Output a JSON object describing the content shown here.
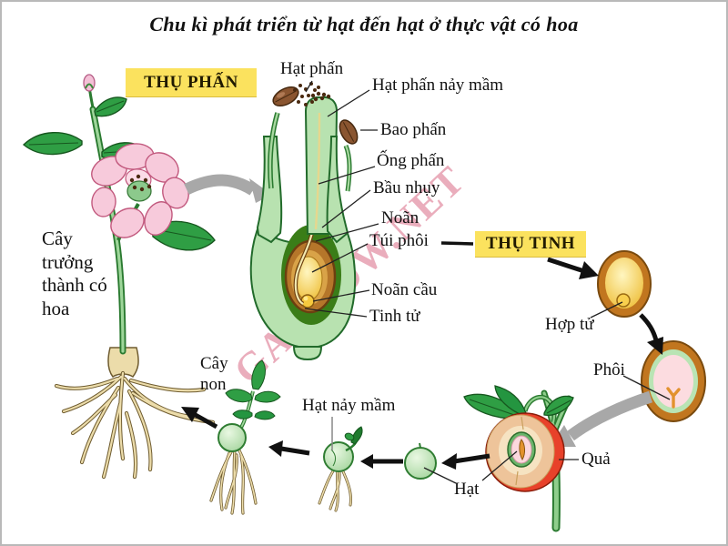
{
  "title": "Chu kì phát triển từ hạt đến hạt ở thực vật có hoa",
  "watermark": "GANHOW.NET",
  "badges": {
    "pollination": "THỤ PHẤN",
    "fertilization": "THỤ TINH"
  },
  "labels": {
    "mature_plant": "Cây trưởng thành có hoa",
    "pollen": "Hạt phấn",
    "pollen_germinating": "Hạt phấn nảy mầm",
    "anther": "Bao phấn",
    "pollen_tube": "Ống phấn",
    "ovary": "Bầu nhụy",
    "ovule": "Noãn",
    "embryo_sac": "Túi phôi",
    "egg_cell": "Noãn cầu",
    "sperm": "Tinh tử",
    "zygote": "Hợp tử",
    "embryo": "Phôi",
    "fruit": "Quả",
    "seed": "Hạt",
    "seed_germinating": "Hạt nảy mầm",
    "young_plant": "Cây non"
  },
  "colors": {
    "badge_yellow": "#fbe25e",
    "watermark_pink": "#ce3c60",
    "leaf_green": "#2f9e44",
    "pistil_light_green": "#b8e2b0",
    "ovary_dark_green": "#3a7d18",
    "ovule_brown": "#b5762a",
    "sac_yellow": "#f2c23c",
    "anther_brown": "#8a5530",
    "fruit_red": "#e8412a",
    "seed_ball_green": "#cdeec6",
    "root_tan": "#ecdcaa",
    "gray_arrow": "#a8a8a8"
  }
}
